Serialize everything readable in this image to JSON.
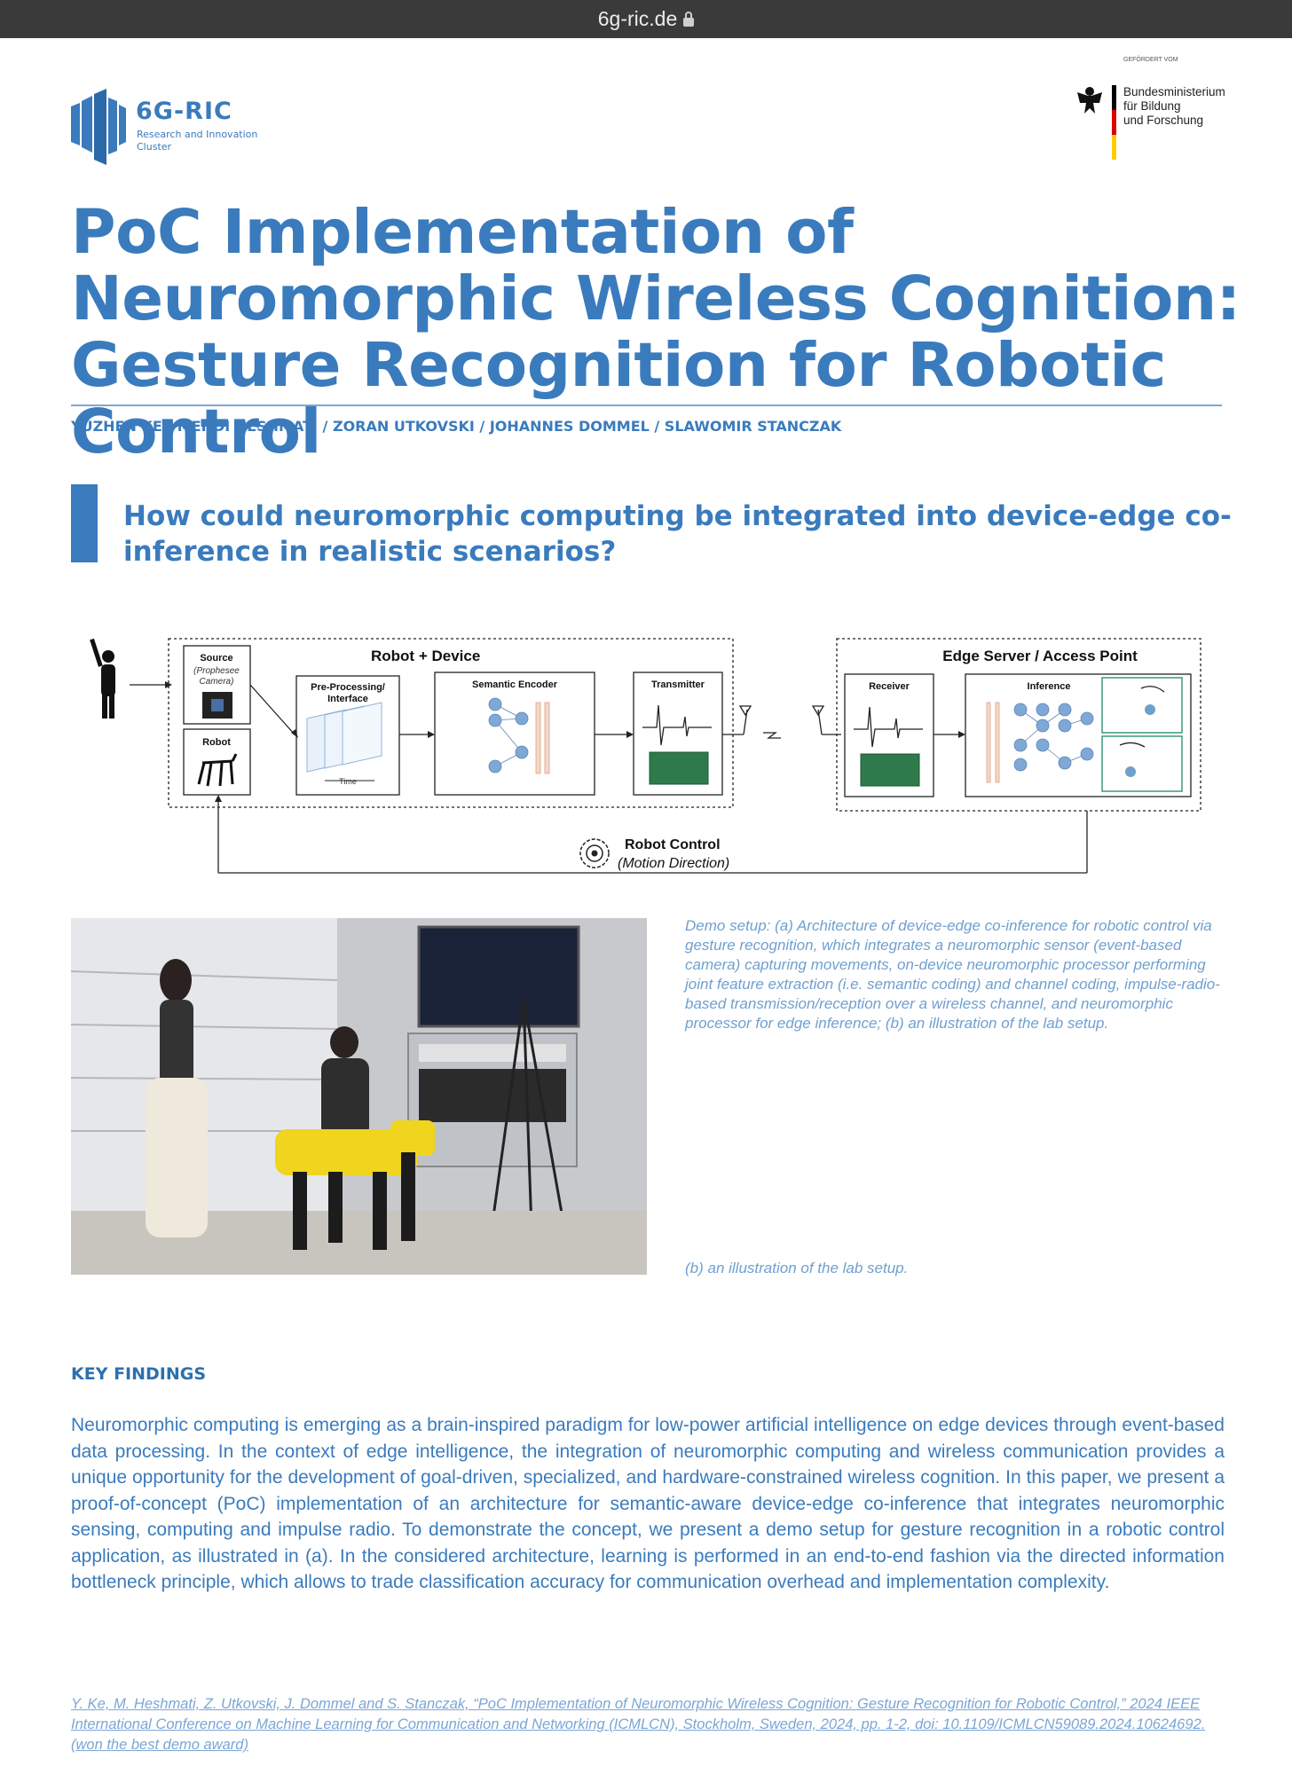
{
  "browser": {
    "url": "6g-ric.de"
  },
  "logo": {
    "title": "6G-RIC",
    "subtitle": "Research and Innovation Cluster"
  },
  "sponsor": {
    "label": "GEFÖRDERT VOM",
    "line1": "Bundesministerium",
    "line2": "für Bildung",
    "line3": "und Forschung"
  },
  "poster": {
    "title": "PoC Implementation of Neuromorphic Wireless Cognition: Gesture Recognition for Robotic Control",
    "authors": "YUZHEN KE / MEHDI HESHMATI / ZORAN UTKOVSKI / JOHANNES DOMMEL / SLAWOMIR STANCZAK",
    "question": "How could neuromorphic computing be integrated into device-edge co-inference in realistic scenarios?"
  },
  "diagram": {
    "robot_device": "Robot + Device",
    "edge_server": "Edge Server / Access Point",
    "source": "Source",
    "source_sub1": "(Prophesee",
    "source_sub2": "Camera)",
    "robot": "Robot",
    "preprocessing1": "Pre-Processing/",
    "preprocessing2": "Interface",
    "time": "Time",
    "semantic_encoder": "Semantic Encoder",
    "transmitter": "Transmitter",
    "receiver": "Receiver",
    "inference": "Inference",
    "robot_control": "Robot Control",
    "motion_direction": "(Motion Direction)"
  },
  "captions": {
    "a": "Demo setup: (a) Architecture of device-edge co-inference for robotic control via gesture recognition, which integrates a neuromorphic sensor (event-based camera) capturing movements, on-device neuromorphic processor performing joint feature extraction (i.e. semantic coding) and channel coding, impulse-radio-based transmission/reception over a wireless channel, and neuromorphic processor for edge inference; (b) an illustration of the lab setup.",
    "b": "(b) an illustration of the lab setup."
  },
  "key_findings": {
    "heading": "KEY FINDINGS",
    "body": "Neuromorphic computing is emerging as a brain-inspired paradigm for low-power artificial intelligence on edge devices through event-based data processing. In the context of edge intelligence, the integration of neuromorphic computing and wireless communication provides a unique opportunity for the development of goal-driven, specialized, and hardware-constrained wireless cognition. In this paper, we present a proof-of-concept (PoC) implementation of an architecture for semantic-aware device-edge co-inference that integrates neuromorphic sensing, computing and impulse radio. To demonstrate the concept, we present a demo setup for gesture recognition in a robotic control application, as illustrated in (a). In the considered architecture, learning is performed in an end-to-end fashion via the directed information bottleneck principle, which allows to trade classification accuracy for communication overhead and implementation complexity."
  },
  "citation": "Y. Ke, M. Heshmati, Z. Utkovski, J. Dommel and S. Stanczak, “PoC Implementation of Neuromorphic Wireless Cognition: Gesture Recognition for Robotic Control,” 2024 IEEE International Conference on Machine Learning for Communication and Networking (ICMLCN), Stockholm, Sweden, 2024, pp. 1-2, doi: 10.1109/ICMLCN59089.2024.10624692. (won the best demo award)",
  "colors": {
    "brand_blue": "#3a7bbd",
    "caption_blue": "#6f9fd0",
    "topbar": "#3a3a3a"
  }
}
